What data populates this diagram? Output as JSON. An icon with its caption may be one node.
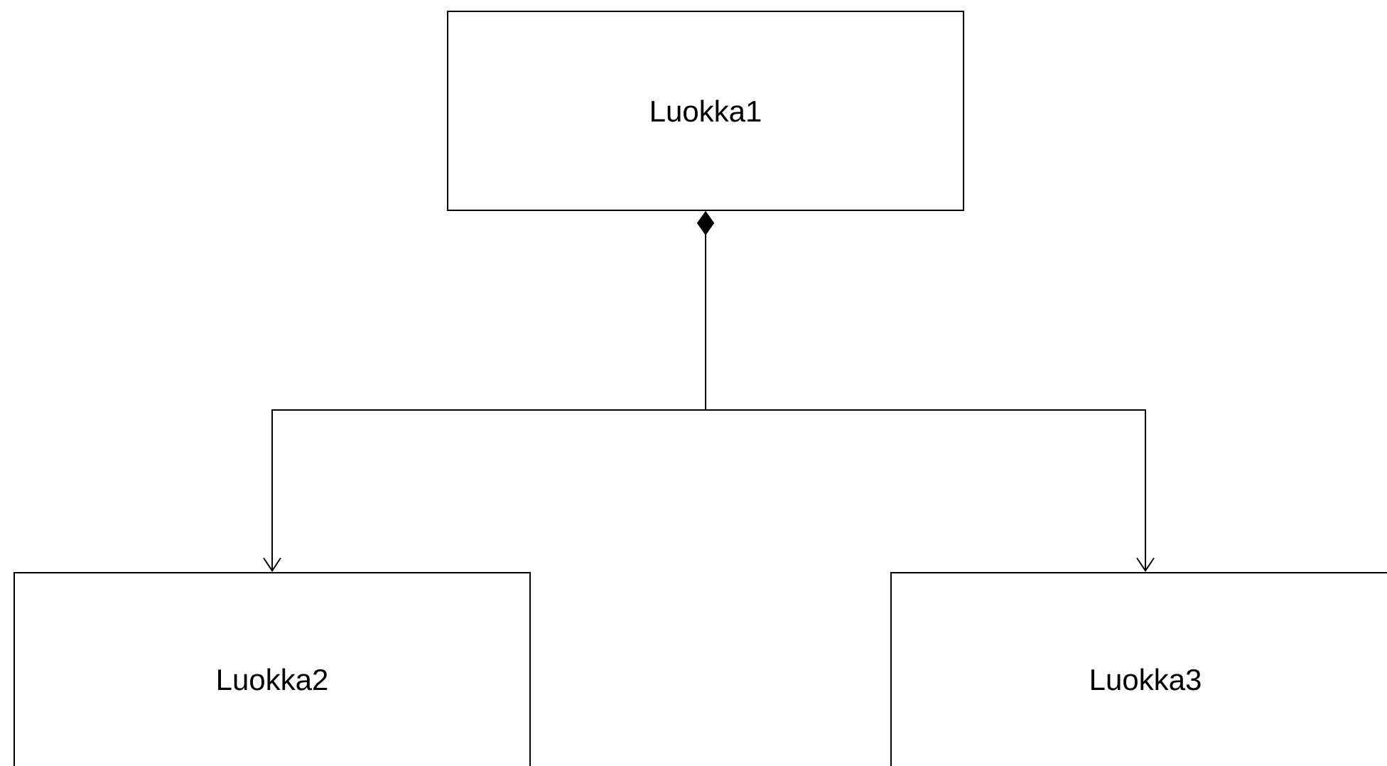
{
  "diagram": {
    "nodes": [
      {
        "text": [
          "Luokka1"
        ]
      },
      {
        "text": [
          "Luokka2"
        ]
      },
      {
        "text": [
          "Luokka3"
        ]
      }
    ],
    "edges": [
      {
        "from": 0,
        "to": 1,
        "arrow": "to"
      },
      {
        "from": 0,
        "to": 2,
        "arrow": "to"
      }
    ]
  }
}
